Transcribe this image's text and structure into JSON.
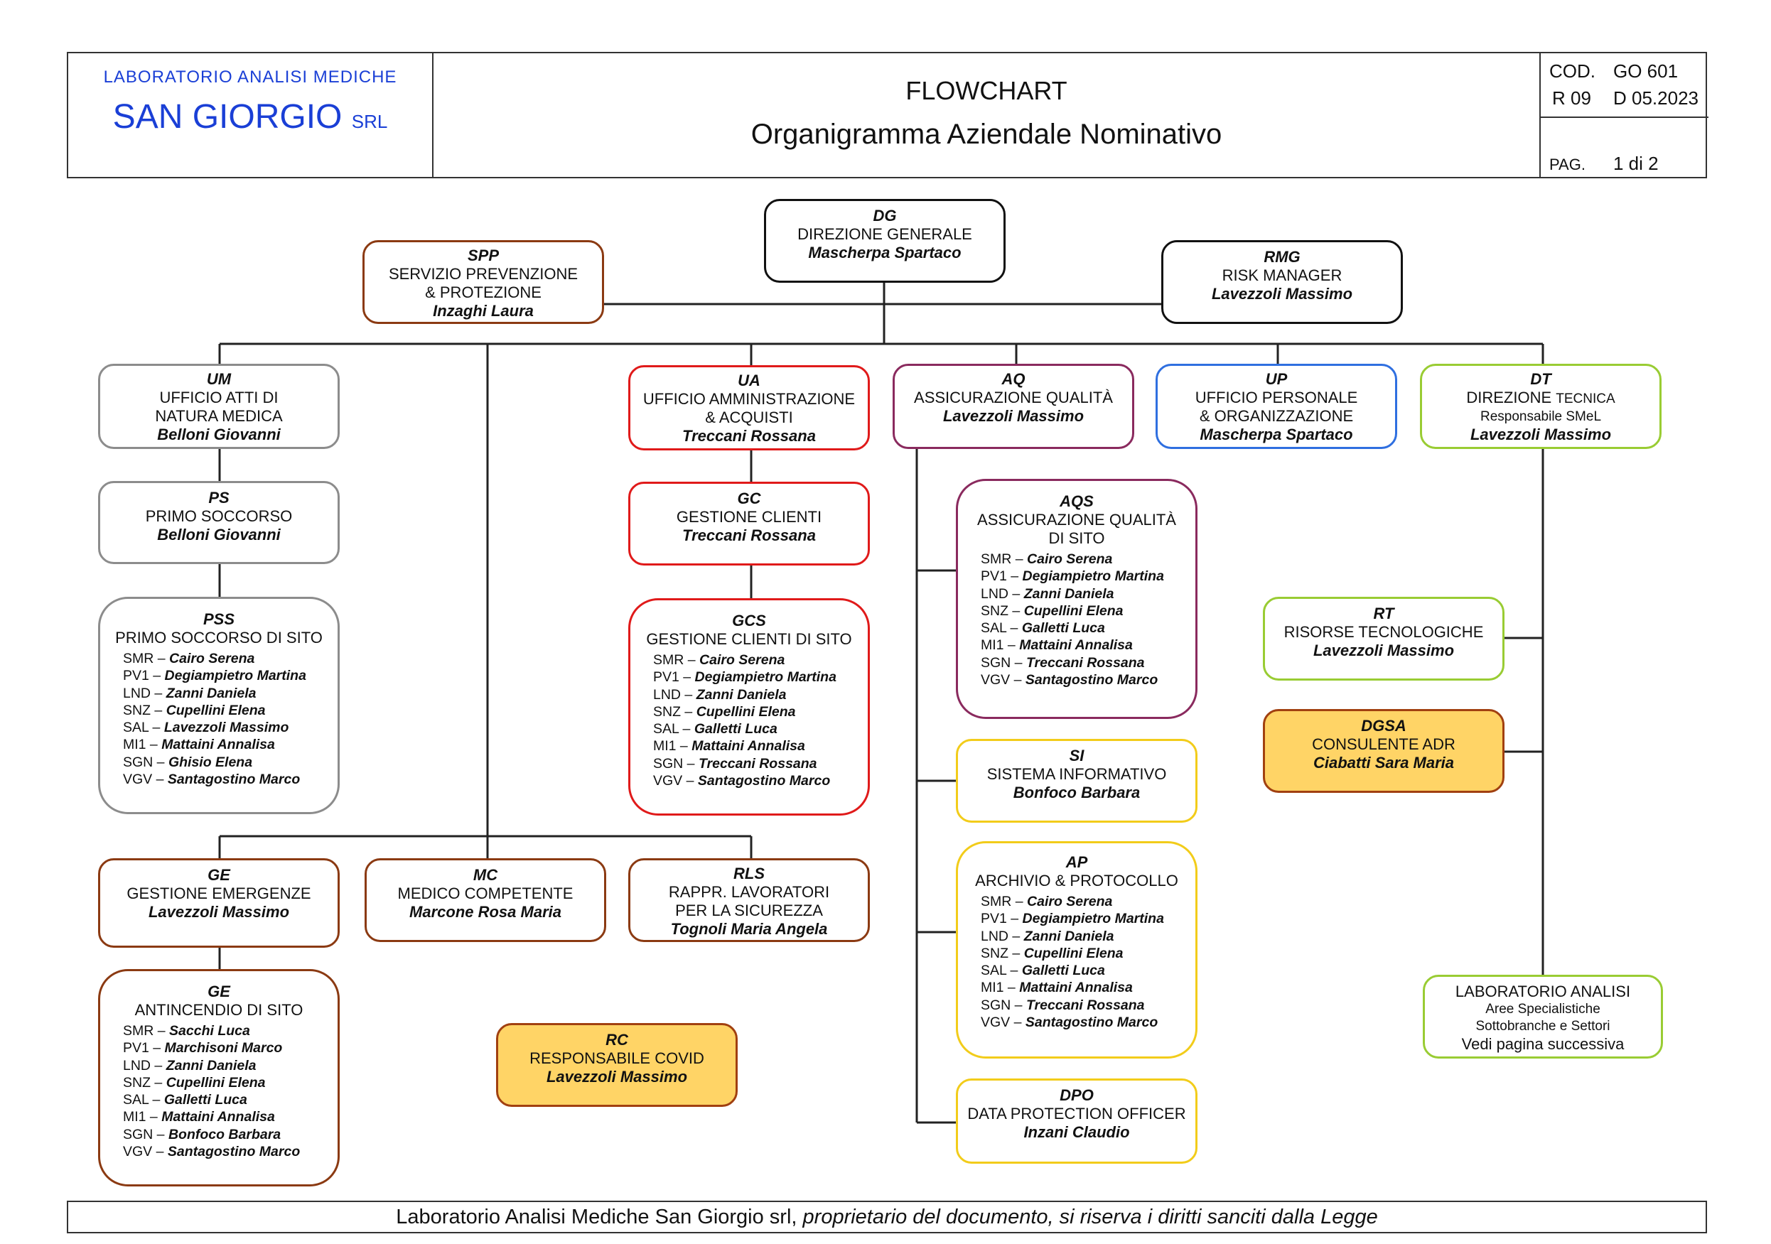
{
  "header": {
    "company_top": "LABORATORIO  ANALISI  MEDICHE",
    "company_main": "SAN GIORGIO",
    "company_suffix": "SRL",
    "doc_type": "FLOWCHART",
    "doc_title": "Organigramma Aziendale Nominativo",
    "cod_label": "COD.",
    "cod_value": "GO 601",
    "rev_label": "R 09",
    "rev_date": "D 05.2023",
    "page_label": "PAG.",
    "page_value": "1 di 2"
  },
  "footer": {
    "normal": "Laboratorio Analisi Mediche San Giorgio srl, ",
    "italic": "proprietario del documento, si riserva i diritti sanciti dalla Legge"
  },
  "colors": {
    "black": "#111111",
    "brown": "#8b3a12",
    "gray": "#8c8c8c",
    "red": "#e01a1a",
    "purple": "#8a2a5e",
    "blue": "#2f6fe0",
    "lime": "#99cc33",
    "yellow": "#f2cc1a",
    "fill": "#ffd466",
    "company_blue": "#1a3fd6"
  },
  "nodes": {
    "dg": {
      "code": "DG",
      "title": "DIREZIONE GENERALE",
      "person": "Mascherpa Spartaco"
    },
    "spp": {
      "code": "SPP",
      "title1": "SERVIZIO PREVENZIONE",
      "title2": "& PROTEZIONE",
      "person": "Inzaghi Laura"
    },
    "rmg": {
      "code": "RMG",
      "title": "RISK MANAGER",
      "person": "Lavezzoli Massimo"
    },
    "um": {
      "code": "UM",
      "title1": "UFFICIO ATTI DI",
      "title2": "NATURA MEDICA",
      "person": "Belloni Giovanni"
    },
    "ua": {
      "code": "UA",
      "title1": "UFFICIO AMMINISTRAZIONE",
      "title2": "& ACQUISTI",
      "person": "Treccani Rossana"
    },
    "aq": {
      "code": "AQ",
      "title": "ASSICURAZIONE QUALITÀ",
      "person": "Lavezzoli Massimo"
    },
    "up": {
      "code": "UP",
      "title1": "UFFICIO PERSONALE",
      "title2": "& ORGANIZZAZIONE",
      "person": "Mascherpa Spartaco"
    },
    "dt": {
      "code": "DT",
      "title_a": "DIREZIONE ",
      "title_b": "TECNICA",
      "sub": "Responsabile SMeL",
      "person": "Lavezzoli Massimo"
    },
    "ps": {
      "code": "PS",
      "title": "PRIMO SOCCORSO",
      "person": "Belloni Giovanni"
    },
    "gc": {
      "code": "GC",
      "title": "GESTIONE CLIENTI",
      "person": "Treccani Rossana"
    },
    "pss": {
      "code": "PSS",
      "title": "PRIMO SOCCORSO DI SITO",
      "sites": [
        {
          "site": "SMR",
          "person": "Cairo Serena"
        },
        {
          "site": "PV1",
          "person": "Degiampietro Martina"
        },
        {
          "site": "LND",
          "person": "Zanni Daniela"
        },
        {
          "site": "SNZ",
          "person": "Cupellini Elena"
        },
        {
          "site": "SAL",
          "person": "Lavezzoli Massimo"
        },
        {
          "site": "MI1",
          "person": "Mattaini Annalisa"
        },
        {
          "site": "SGN",
          "person": "Ghisio Elena"
        },
        {
          "site": "VGV",
          "person": "Santagostino Marco"
        }
      ]
    },
    "gcs": {
      "code": "GCS",
      "title": "GESTIONE CLIENTI DI SITO",
      "sites": [
        {
          "site": "SMR",
          "person": "Cairo Serena"
        },
        {
          "site": "PV1",
          "person": "Degiampietro Martina"
        },
        {
          "site": "LND",
          "person": "Zanni Daniela"
        },
        {
          "site": "SNZ",
          "person": "Cupellini Elena"
        },
        {
          "site": "SAL",
          "person": "Galletti Luca"
        },
        {
          "site": "MI1",
          "person": "Mattaini Annalisa"
        },
        {
          "site": "SGN",
          "person": "Treccani Rossana"
        },
        {
          "site": "VGV",
          "person": "Santagostino Marco"
        }
      ]
    },
    "aqs": {
      "code": "AQS",
      "title1": "ASSICURAZIONE QUALITÀ",
      "title2": "DI SITO",
      "sites": [
        {
          "site": "SMR",
          "person": "Cairo Serena"
        },
        {
          "site": "PV1",
          "person": "Degiampietro Martina"
        },
        {
          "site": "LND",
          "person": "Zanni Daniela"
        },
        {
          "site": "SNZ",
          "person": "Cupellini Elena"
        },
        {
          "site": "SAL",
          "person": "Galletti Luca"
        },
        {
          "site": "MI1",
          "person": "Mattaini Annalisa"
        },
        {
          "site": "SGN",
          "person": "Treccani Rossana"
        },
        {
          "site": "VGV",
          "person": "Santagostino Marco"
        }
      ]
    },
    "si": {
      "code": "SI",
      "title": "SISTEMA INFORMATIVO",
      "person": "Bonfoco Barbara"
    },
    "ap": {
      "code": "AP",
      "title": "ARCHIVIO & PROTOCOLLO",
      "sites": [
        {
          "site": "SMR",
          "person": "Cairo Serena"
        },
        {
          "site": "PV1",
          "person": "Degiampietro Martina"
        },
        {
          "site": "LND",
          "person": "Zanni Daniela"
        },
        {
          "site": "SNZ",
          "person": "Cupellini Elena"
        },
        {
          "site": "SAL",
          "person": "Galletti Luca"
        },
        {
          "site": "MI1",
          "person": "Mattaini Annalisa"
        },
        {
          "site": "SGN",
          "person": "Treccani Rossana"
        },
        {
          "site": "VGV",
          "person": "Santagostino Marco"
        }
      ]
    },
    "dpo": {
      "code": "DPO",
      "title": "DATA PROTECTION OFFICER",
      "person": "Inzani Claudio"
    },
    "rt": {
      "code": "RT",
      "title": "RISORSE TECNOLOGICHE",
      "person": "Lavezzoli Massimo"
    },
    "dgsa": {
      "code": "DGSA",
      "title": "CONSULENTE ADR",
      "person": "Ciabatti Sara Maria"
    },
    "lab": {
      "title": "LABORATORIO ANALISI",
      "sub1": "Aree Specialistiche",
      "sub2": "Sottobranche e Settori",
      "note": "Vedi pagina successiva"
    },
    "ge": {
      "code": "GE",
      "title": "GESTIONE EMERGENZE",
      "person": "Lavezzoli Massimo"
    },
    "mc": {
      "code": "MC",
      "title": "MEDICO COMPETENTE",
      "person": "Marcone Rosa Maria"
    },
    "rls": {
      "code": "RLS",
      "title1": "RAPPR. LAVORATORI",
      "title2": "PER LA SICUREZZA",
      "person": "Tognoli Maria Angela"
    },
    "gea": {
      "code": "GE",
      "title": "ANTINCENDIO DI SITO",
      "sites": [
        {
          "site": "SMR",
          "person": "Sacchi Luca"
        },
        {
          "site": "PV1",
          "person": "Marchisoni Marco"
        },
        {
          "site": "LND",
          "person": "Zanni Daniela"
        },
        {
          "site": "SNZ",
          "person": "Cupellini Elena"
        },
        {
          "site": "SAL",
          "person": "Galletti Luca"
        },
        {
          "site": "MI1",
          "person": "Mattaini Annalisa"
        },
        {
          "site": "SGN",
          "person": "Bonfoco Barbara"
        },
        {
          "site": "VGV",
          "person": "Santagostino Marco"
        }
      ]
    },
    "rc": {
      "code": "RC",
      "title": "RESPONSABILE COVID",
      "person": "Lavezzoli Massimo"
    }
  }
}
